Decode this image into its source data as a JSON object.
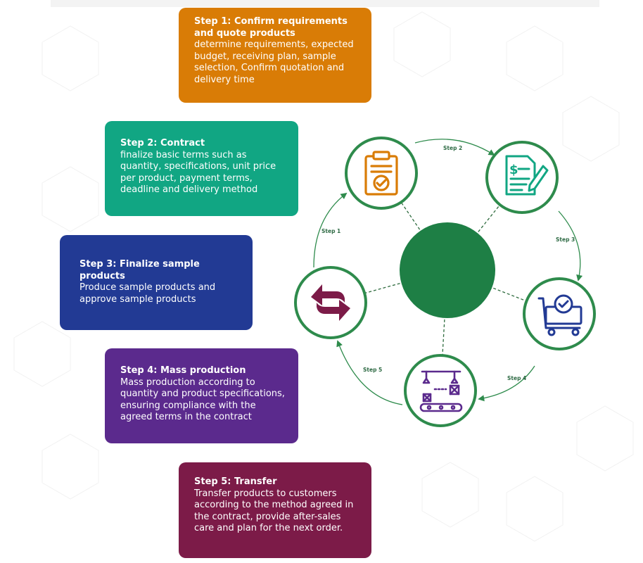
{
  "steps": [
    {
      "title": "Step 1: Confirm requirements and quote products",
      "description": "determine requirements, expected budget, receiving plan, sample selection, Confirm quotation and delivery time",
      "color": "#d97c06",
      "icon": "clipboard-check-icon"
    },
    {
      "title": "Step  2: Contract",
      "description": "finalize basic terms such as quantity, specifications, unit price per product, payment terms, deadline and delivery method",
      "color": "#11a683",
      "icon": "contract-signing-icon"
    },
    {
      "title": "Step 3: Finalize sample products",
      "description": "Produce sample products and approve sample products",
      "color": "#223a94",
      "icon": "cart-check-icon"
    },
    {
      "title": "Step 4: Mass production",
      "description": "Mass production according to quantity and product specifications, ensuring compliance with the agreed terms in the contract",
      "color": "#5b2a8d",
      "icon": "factory-conveyor-icon"
    },
    {
      "title": "Step 5: Transfer",
      "description": "Transfer products to customers according to the method agreed in the contract, provide after-sales care and plan for the next order.",
      "color": "#7c1b48",
      "icon": "transfer-arrows-icon"
    }
  ],
  "cycle": {
    "labels": [
      "Step 1",
      "Step 2",
      "Step 3",
      "Step 4",
      "Step 5"
    ],
    "hub_color": "#1e7f45",
    "ring_color": "#2e8b4c"
  }
}
